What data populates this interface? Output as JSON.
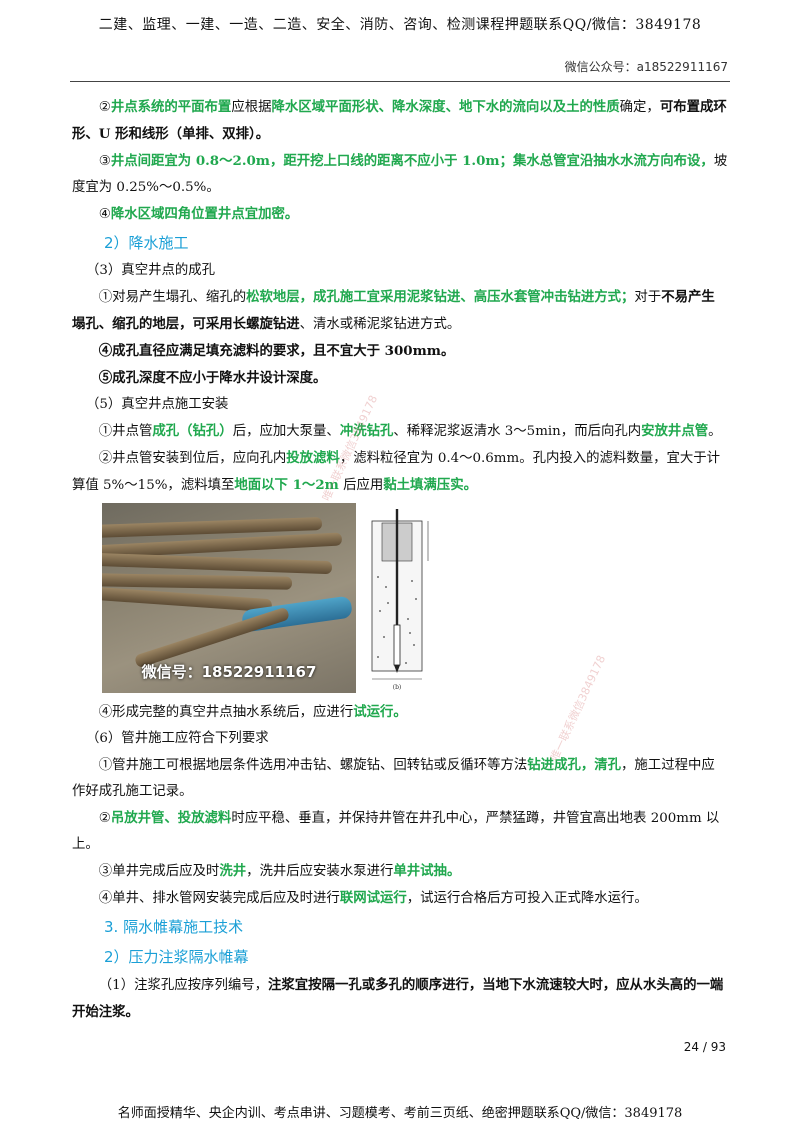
{
  "header": {
    "banner": "二建、监理、一建、一造、二造、安全、消防、咨询、检测课程押题联系QQ/微信：3849178",
    "sub": "微信公众号：a18522911167"
  },
  "items": [
    {
      "cls": "p",
      "runs": [
        [
          "②",
          ""
        ],
        [
          "井点系统的平面布置",
          "g"
        ],
        [
          "应根据",
          ""
        ],
        [
          "降水区域平面形状、降水深度、地下水的流向以及土的性质",
          "g"
        ],
        [
          "确定，",
          ""
        ],
        [
          "可布置成环形、U 形和线形（单排、双排）。",
          "b"
        ]
      ]
    },
    {
      "cls": "p",
      "runs": [
        [
          "③",
          ""
        ],
        [
          "井点间距宜为 0.8～2.0m，距开挖上口线的距离不应小于 1.0m；集水总管宜沿抽水水流方向布设，",
          "g"
        ],
        [
          "坡度宜为 0.25%～0.5%。",
          ""
        ]
      ]
    },
    {
      "cls": "p",
      "runs": [
        [
          "④",
          ""
        ],
        [
          "降水区域四角位置井点宜加密。",
          "g"
        ]
      ]
    },
    {
      "cls": "sec",
      "runs": [
        [
          "2）降水施工",
          ""
        ]
      ]
    },
    {
      "cls": "p h",
      "runs": [
        [
          "（3）真空井点的成孔",
          ""
        ]
      ]
    },
    {
      "cls": "p",
      "runs": [
        [
          "①对易产生塌孔、缩孔的",
          ""
        ],
        [
          "松软地层，成孔施工宜采用泥浆钻进、高压水套管冲击钻进方式；",
          "g"
        ],
        [
          "对于",
          ""
        ],
        [
          "不易产生塌孔、缩孔的地层，可采用长螺旋钻进",
          "b"
        ],
        [
          "、清水或稀泥浆钻进方式。",
          ""
        ]
      ]
    },
    {
      "cls": "p",
      "runs": [
        [
          "④成孔直径应满足填充滤料的要求，且不宜大于 300mm。",
          "b"
        ]
      ]
    },
    {
      "cls": "p",
      "runs": [
        [
          "⑤成孔深度不应小于降水井设计深度。",
          "b"
        ]
      ]
    },
    {
      "cls": "p h",
      "runs": [
        [
          "（5）真空井点施工安装",
          ""
        ]
      ]
    },
    {
      "cls": "p",
      "runs": [
        [
          "①井点管",
          ""
        ],
        [
          "成孔（钻孔）",
          "g"
        ],
        [
          "后，应加大泵量、",
          ""
        ],
        [
          "冲洗钻孔",
          "g"
        ],
        [
          "、稀释泥浆返清水 3～5min，而后向孔内",
          ""
        ],
        [
          "安放井点管",
          "g"
        ],
        [
          "。",
          ""
        ]
      ]
    },
    {
      "cls": "p",
      "runs": [
        [
          "②井点管安装到位后，应向孔内",
          ""
        ],
        [
          "投放滤料",
          "g"
        ],
        [
          "，滤料粒径宜为 0.4～0.6mm。孔内投入的滤料数量，宜大于计算值 5%～15%，滤料填至",
          ""
        ],
        [
          "地面以下 1～2m",
          "g"
        ],
        [
          " 后应用",
          ""
        ],
        [
          "黏土填满压实。",
          "g"
        ]
      ]
    },
    {
      "cls": "figs",
      "runs": []
    },
    {
      "cls": "p",
      "runs": [
        [
          "④形成完整的真空井点抽水系统后，应进行",
          ""
        ],
        [
          "试运行。",
          "g"
        ]
      ]
    },
    {
      "cls": "p h",
      "runs": [
        [
          "（6）管井施工应符合下列要求",
          ""
        ]
      ]
    },
    {
      "cls": "p",
      "runs": [
        [
          "①管井施工可根据地层条件选用冲击钻、螺旋钻、回转钻或反循环等方法",
          ""
        ],
        [
          "钻进成孔，清孔",
          "g"
        ],
        [
          "，施工过程中应作好成孔施工记录。",
          ""
        ]
      ]
    },
    {
      "cls": "p",
      "runs": [
        [
          "②",
          ""
        ],
        [
          "吊放井管、投放滤料",
          "g"
        ],
        [
          "时应平稳、垂直，并保持井管在井孔中心，严禁猛蹲，井管宜高出地表 200mm 以上。",
          ""
        ]
      ]
    },
    {
      "cls": "p",
      "runs": [
        [
          "③单井完成后应及时",
          ""
        ],
        [
          "洗井",
          "g"
        ],
        [
          "，洗井后应安装水泵进行",
          ""
        ],
        [
          "单井试抽。",
          "g"
        ]
      ]
    },
    {
      "cls": "p",
      "runs": [
        [
          "④单井、排水管网安装完成后应及时进行",
          ""
        ],
        [
          "联网试运行",
          "g"
        ],
        [
          "，试运行合格后方可投入正式降水运行。",
          ""
        ]
      ]
    },
    {
      "cls": "sec",
      "runs": [
        [
          "3. 隔水帷幕施工技术",
          ""
        ]
      ]
    },
    {
      "cls": "sec",
      "runs": [
        [
          "2）压力注浆隔水帷幕",
          ""
        ]
      ]
    },
    {
      "cls": "p",
      "runs": [
        [
          "（1）注浆孔应按序列编号，",
          ""
        ],
        [
          "注浆宜按隔一孔或多孔的顺序进行，当地下水流速较大时，应从水头高的一端开始注浆。",
          "b"
        ]
      ]
    }
  ],
  "figure": {
    "photo_caption": "微信号：18522911167",
    "diagram_label": "(b)"
  },
  "watermarks": [
    "唯一联系微信3849178",
    "唯一联系微信3849178"
  ],
  "footer": {
    "page": "24 / 93",
    "banner": "名师面授精华、央企内训、考点串讲、习题模考、考前三页纸、绝密押题联系QQ/微信：3849178"
  }
}
